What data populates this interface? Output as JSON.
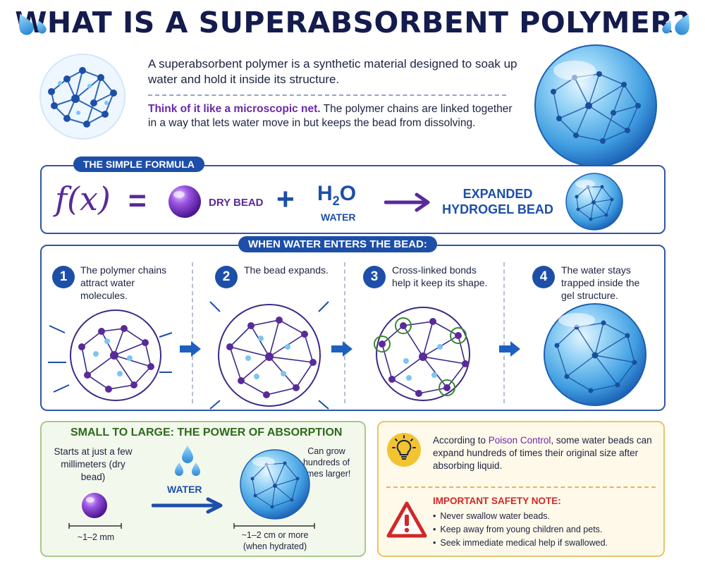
{
  "title": "WHAT IS A SUPERABSORBENT POLYMER?",
  "intro": {
    "paragraph": "A superabsorbent polymer is a synthetic material designed to soak up water and hold it inside its structure.",
    "highlight": "Think of it like a microscopic net.",
    "paragraph2": " The polymer chains are linked together in a way that lets water move in but keeps the bead from dissolving."
  },
  "formula": {
    "header": "THE SIMPLE FORMULA",
    "fx": "f(x)",
    "equals": "=",
    "dry_bead": "DRY BEAD",
    "plus": "+",
    "h2o_h": "H",
    "h2o_sub": "2",
    "h2o_o": "O",
    "water": "WATER",
    "result_line1": "EXPANDED",
    "result_line2": "HYDROGEL BEAD"
  },
  "steps": {
    "header": "WHEN WATER ENTERS THE BEAD:",
    "items": [
      {
        "num": "1",
        "text": "The polymer chains attract water molecules."
      },
      {
        "num": "2",
        "text": "The bead expands."
      },
      {
        "num": "3",
        "text": "Cross-linked bonds help it keep its shape."
      },
      {
        "num": "4",
        "text": "The water stays trapped inside the gel structure."
      }
    ]
  },
  "absorption": {
    "title": "SMALL TO LARGE: THE POWER OF ABSORPTION",
    "starts": "Starts at just a few millimeters (dry bead)",
    "water": "WATER",
    "grow": "Can grow hundreds of times larger!",
    "small_size": "~1–2 mm",
    "large_size": "~1–2 cm or more",
    "large_note": "(when hydrated)"
  },
  "safety": {
    "intro_pre": "According to ",
    "intro_link": "Poison Control",
    "intro_post": ", some water beads can expand hundreds of times their original size after absorbing liquid.",
    "heading": "IMPORTANT SAFETY NOTE:",
    "items": [
      "Never swallow water beads.",
      "Keep away from young children and pets.",
      "Seek immediate medical help if swallowed."
    ]
  },
  "icons": {
    "water_drop": "water-drop-icon",
    "lightbulb": "lightbulb-icon",
    "warning": "warning-triangle-icon",
    "arrow": "arrow-right-icon"
  },
  "colors": {
    "navy": "#141b4d",
    "blue": "#1d4fa8",
    "purple": "#5a2a98",
    "green": "#2d6a1c",
    "red": "#d02828"
  }
}
